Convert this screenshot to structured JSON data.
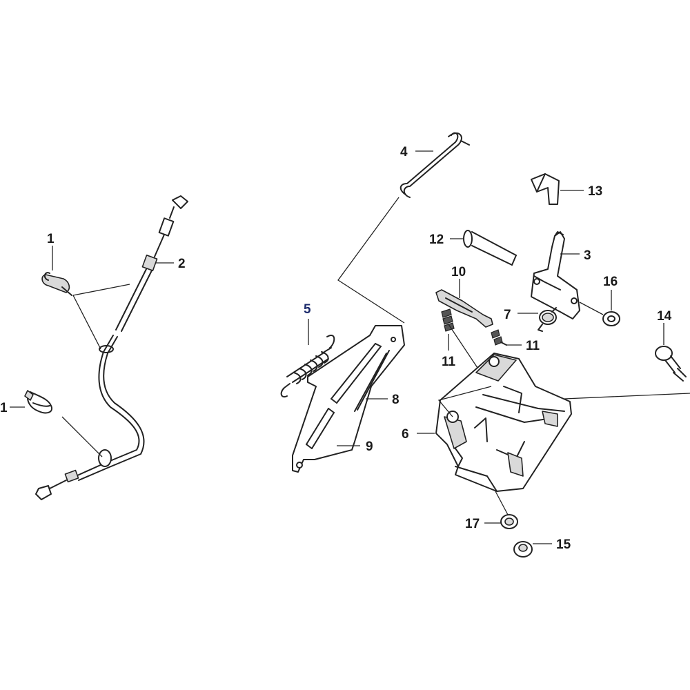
{
  "callouts": {
    "c1a": "1",
    "c1b": "1",
    "c2": "2",
    "c3": "3",
    "c4": "4",
    "c5": "5",
    "c6": "6",
    "c7": "7",
    "c8": "8",
    "c9": "9",
    "c10": "10",
    "c11a": "11",
    "c11b": "11",
    "c12": "12",
    "c13": "13",
    "c14": "14",
    "c15": "15",
    "c16": "16",
    "c17": "17"
  },
  "colors": {
    "line": "#222222",
    "label": "#1a1a1a",
    "label_alt": "#1b2a6b",
    "shade": "#d9d9d9"
  }
}
